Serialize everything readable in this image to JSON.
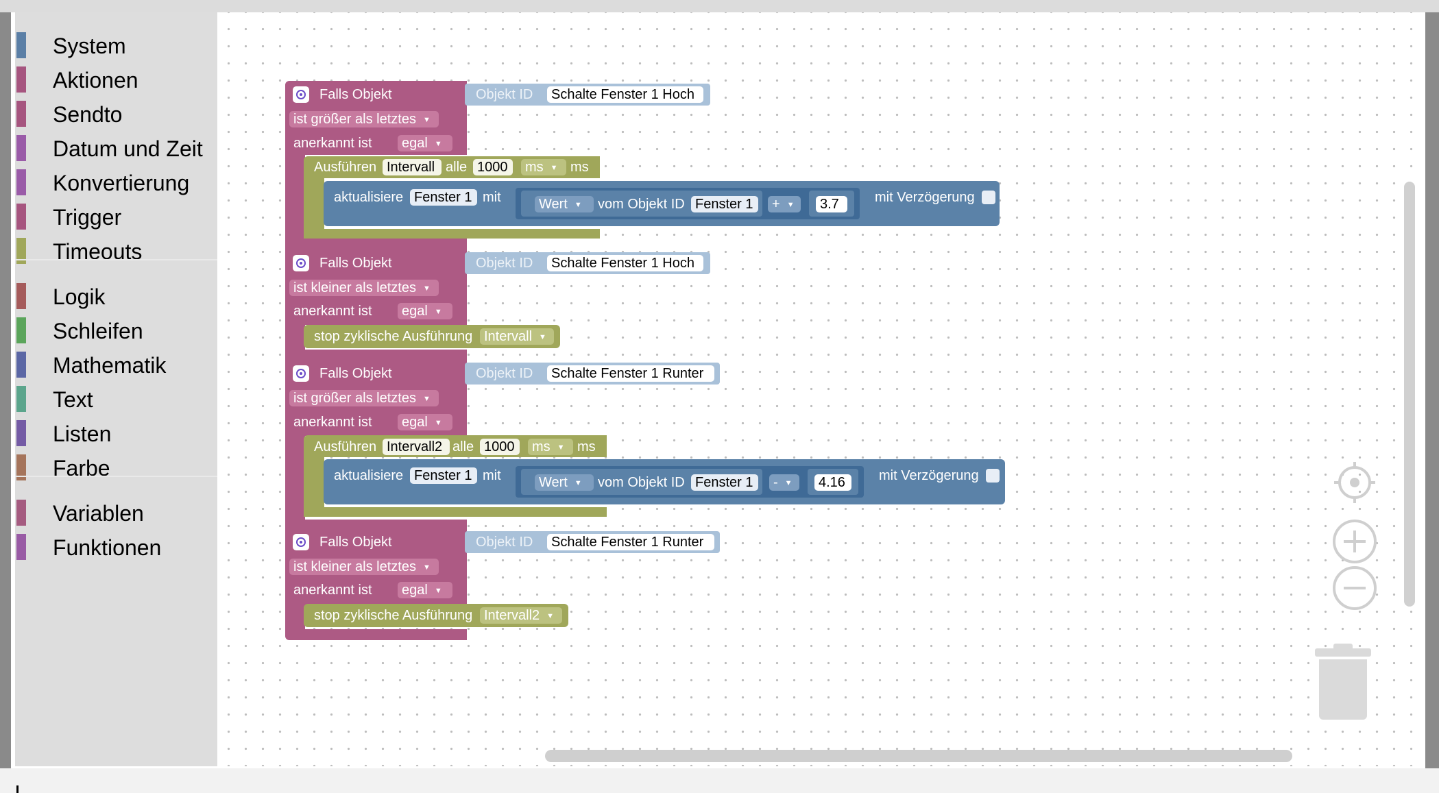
{
  "toolbox": {
    "categories": [
      {
        "label": "System",
        "color": "#5b7fa6"
      },
      {
        "label": "Aktionen",
        "color": "#a6557f"
      },
      {
        "label": "Sendto",
        "color": "#a6557f"
      },
      {
        "label": "Datum und Zeit",
        "color": "#9a5ba8"
      },
      {
        "label": "Konvertierung",
        "color": "#9a5ba8"
      },
      {
        "label": "Trigger",
        "color": "#a6557f"
      },
      {
        "label": "Timeouts",
        "color": "#a0a75a"
      },
      {
        "label": "Logik",
        "color": "#a55b5b"
      },
      {
        "label": "Schleifen",
        "color": "#5ba55b"
      },
      {
        "label": "Mathematik",
        "color": "#5b67a5"
      },
      {
        "label": "Text",
        "color": "#5ba58c"
      },
      {
        "label": "Listen",
        "color": "#745ba5"
      },
      {
        "label": "Farbe",
        "color": "#a5745b"
      },
      {
        "label": "Variablen",
        "color": "#a55b80"
      },
      {
        "label": "Funktionen",
        "color": "#995ba5"
      }
    ]
  },
  "blocks": [
    {
      "header": "Falls Objekt",
      "objid_label": "Objekt ID",
      "objid_value": "Schalte Fenster 1 Hoch",
      "condition": "ist größer als letztes",
      "ack_label": "anerkannt ist",
      "ack_value": "egal",
      "interval": {
        "label": "Ausführen",
        "name": "Intervall",
        "every": "alle",
        "value": "1000",
        "unit_dd": "ms",
        "unit": "ms"
      },
      "update": {
        "label": "aktualisiere",
        "target": "Fenster 1",
        "with": "mit",
        "value_dd": "Wert",
        "from": "vom Objekt ID",
        "source": "Fenster 1",
        "op": "+",
        "num": "3.7",
        "delay": "mit Verzögerung"
      }
    },
    {
      "header": "Falls Objekt",
      "objid_label": "Objekt ID",
      "objid_value": "Schalte Fenster 1 Hoch",
      "condition": "ist kleiner als letztes",
      "ack_label": "anerkannt ist",
      "ack_value": "egal",
      "stop": {
        "label": "stop zyklische Ausführung",
        "name": "Intervall"
      }
    },
    {
      "header": "Falls Objekt",
      "objid_label": "Objekt ID",
      "objid_value": "Schalte Fenster 1 Runter",
      "condition": "ist größer als letztes",
      "ack_label": "anerkannt ist",
      "ack_value": "egal",
      "interval": {
        "label": "Ausführen",
        "name": "Intervall2",
        "every": "alle",
        "value": "1000",
        "unit_dd": "ms",
        "unit": "ms"
      },
      "update": {
        "label": "aktualisiere",
        "target": "Fenster 1",
        "with": "mit",
        "value_dd": "Wert",
        "from": "vom Objekt ID",
        "source": "Fenster 1",
        "op": "-",
        "num": "4.16",
        "delay": "mit Verzögerung"
      }
    },
    {
      "header": "Falls Objekt",
      "objid_label": "Objekt ID",
      "objid_value": "Schalte Fenster 1 Runter",
      "condition": "ist kleiner als letztes",
      "ack_label": "anerkannt ist",
      "ack_value": "egal",
      "stop": {
        "label": "stop zyklische Ausführung",
        "name": "Intervall2"
      }
    }
  ],
  "controls": {
    "center_icon": "crosshair-icon",
    "zoom_in_icon": "zoom-in-icon",
    "zoom_out_icon": "zoom-out-icon",
    "trash_icon": "trash-icon"
  }
}
